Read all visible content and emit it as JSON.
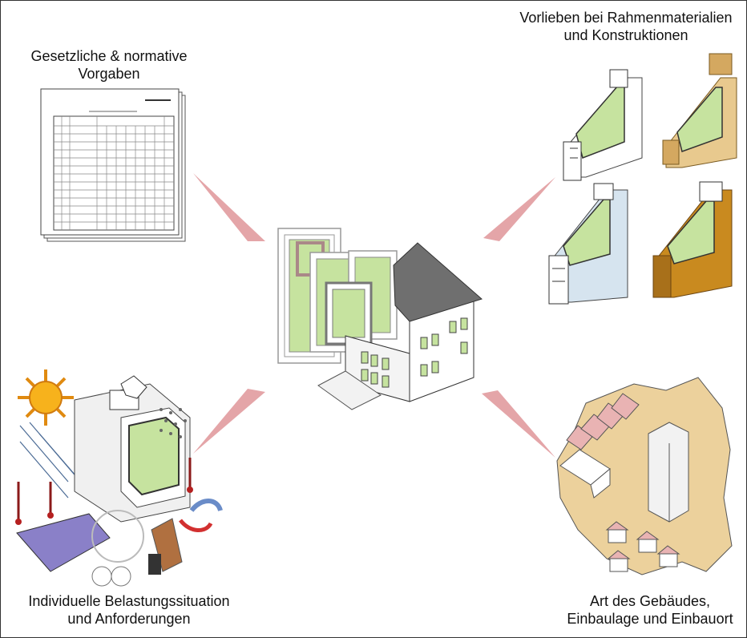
{
  "labels": {
    "top_left": {
      "line1": "Gesetzliche & normative",
      "line2": "Vorgaben"
    },
    "top_right": {
      "line1": "Vorlieben bei Rahmenmaterialien",
      "line2": "und Konstruktionen"
    },
    "bottom_left": {
      "line1": "Individuelle Belastungssituation",
      "line2": "und Anforderungen"
    },
    "bottom_right": {
      "line1": "Art des Gebäudes,",
      "line2": "Einbaulage und Einbauort"
    }
  },
  "colors": {
    "connector": "#e4a5a8",
    "glass": "#c6e39f",
    "pvc_frame": "#ffffff",
    "wood_light": "#e8c98e",
    "alu_blue": "#d6e4ef",
    "wood_dark": "#c98a1f",
    "map_fill": "#ecd19c",
    "roof": "#6f6f6f",
    "roof_red": "#e9b3b3"
  },
  "icons": {
    "document": "norm-table-document",
    "house": "house-with-windows",
    "sun": "sun-icon",
    "map": "germany-map"
  }
}
